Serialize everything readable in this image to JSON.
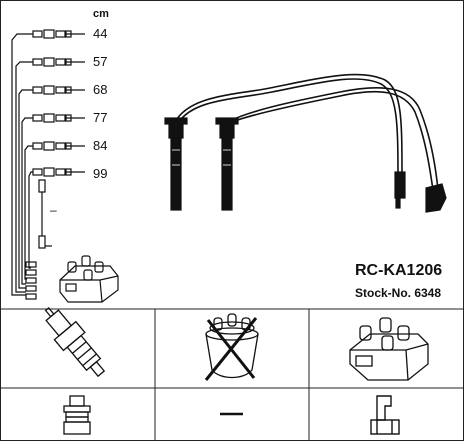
{
  "diagram": {
    "unit": "cm",
    "lengths": [
      "44",
      "57",
      "68",
      "77",
      "84",
      "99"
    ],
    "part_number": "RC-KA1206",
    "stock_label": "Stock-No. 6348",
    "dash_mark": "–"
  },
  "icons": {
    "spark_plug": "spark-plug-icon",
    "distributor_cap": "distributor-cap-crossed-icon",
    "ignition_coil": "ignition-coil-icon",
    "plug_boot": "plug-boot-icon",
    "coil_terminal": "coil-terminal-icon"
  }
}
